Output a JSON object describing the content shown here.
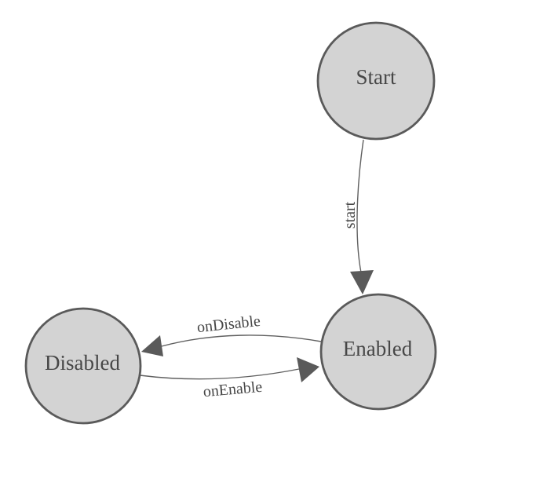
{
  "diagram": {
    "type": "state-machine",
    "background": "#ffffff",
    "colors": {
      "node_fill": "#d3d3d3",
      "node_border": "#5a5a5a",
      "edge_stroke": "#606060",
      "arrowhead": "#5a5a5a",
      "text": "#474747"
    },
    "nodes": [
      {
        "id": "start",
        "label": "Start"
      },
      {
        "id": "enabled",
        "label": "Enabled"
      },
      {
        "id": "disabled",
        "label": "Disabled"
      }
    ],
    "edges": [
      {
        "from": "Start",
        "to": "Enabled",
        "label": "start"
      },
      {
        "from": "Enabled",
        "to": "Disabled",
        "label": "onDisable"
      },
      {
        "from": "Disabled",
        "to": "Enabled",
        "label": "onEnable"
      }
    ]
  }
}
